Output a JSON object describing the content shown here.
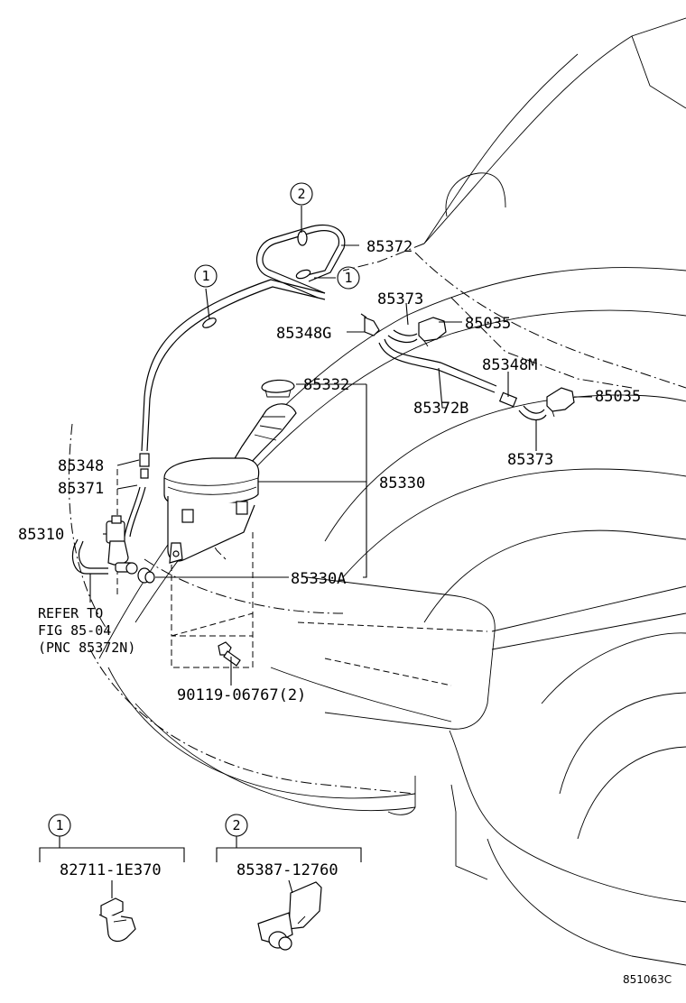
{
  "callouts": {
    "p85372": "85372",
    "p85373_top": "85373",
    "p85035_top": "85035",
    "p85348G": "85348G",
    "p85348M": "85348M",
    "p85035_right": "85035",
    "p85332": "85332",
    "p85372B": "85372B",
    "p85373_bottom": "85373",
    "p85348": "85348",
    "p85330": "85330",
    "p85371": "85371",
    "p85310": "85310",
    "p85330A": "85330A",
    "bolt": "90119-06767(2)"
  },
  "refer": {
    "line1": "REFER TO",
    "line2": "FIG 85-04",
    "line3": "(PNC 85372N)"
  },
  "markers": {
    "m1_a": "1",
    "m1_b": "1",
    "m2_a": "2"
  },
  "legend": [
    {
      "marker": "1",
      "part_number": "82711-1E370"
    },
    {
      "marker": "2",
      "part_number": "85387-12760"
    }
  ],
  "diagram_code": "851063C"
}
